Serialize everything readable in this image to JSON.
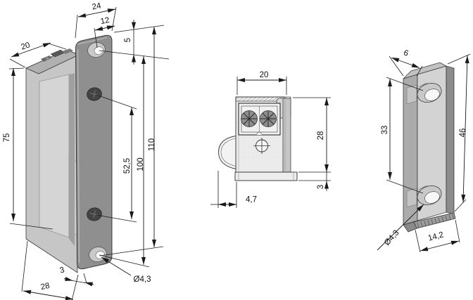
{
  "drawing_type": "technical-drawing-electric-door-strike",
  "views": {
    "isometric_strike": {
      "dims": {
        "faceplate_top_width": "24",
        "hole_offset": "12",
        "hole_edge_distance": "5",
        "body_width": "20",
        "body_height": "75",
        "screw_spacing": "52,5",
        "mount_hole_spacing": "100",
        "faceplate_height": "110",
        "faceplate_thickness": "3",
        "overall_depth": "28",
        "mount_hole_diameter": "Ø4,3"
      }
    },
    "top_view": {
      "dims": {
        "body_width": "20",
        "body_depth": "28",
        "faceplate_thickness": "3",
        "latch_protrusion": "4,7"
      }
    },
    "strike_plate": {
      "dims": {
        "plate_thickness": "6",
        "hole_spacing": "33",
        "plate_height": "46",
        "hole_diameter": "Ø4,3",
        "plate_width": "14,2"
      }
    }
  },
  "colors": {
    "line": "#1a1a1a",
    "body_grey": "#c6c6c6",
    "faceplate_grey": "#8f8f8f",
    "plate_front_grey": "#d3d3d3",
    "background": "#ffffff"
  }
}
